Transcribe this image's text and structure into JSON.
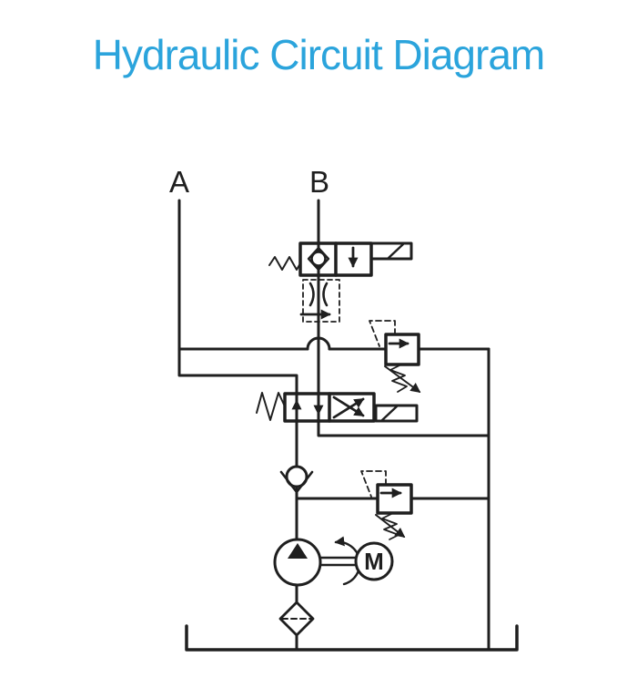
{
  "title": {
    "text": "Hydraulic Circuit Diagram",
    "color": "#2ba4dc"
  },
  "port_labels": {
    "a": "A",
    "b": "B"
  },
  "motor": {
    "label": "M"
  },
  "colors": {
    "line": "#1f1f1f",
    "background": "#ffffff"
  },
  "components": [
    "port-a-line",
    "port-b-line",
    "solenoid-poppet-valve",
    "flow-control-restrictor",
    "relief-valve-port-a",
    "solenoid-directional-valve",
    "check-valve",
    "relief-valve-pump",
    "hydraulic-pump",
    "electric-motor",
    "rotation-arrow",
    "suction-filter",
    "reservoir-tank"
  ]
}
